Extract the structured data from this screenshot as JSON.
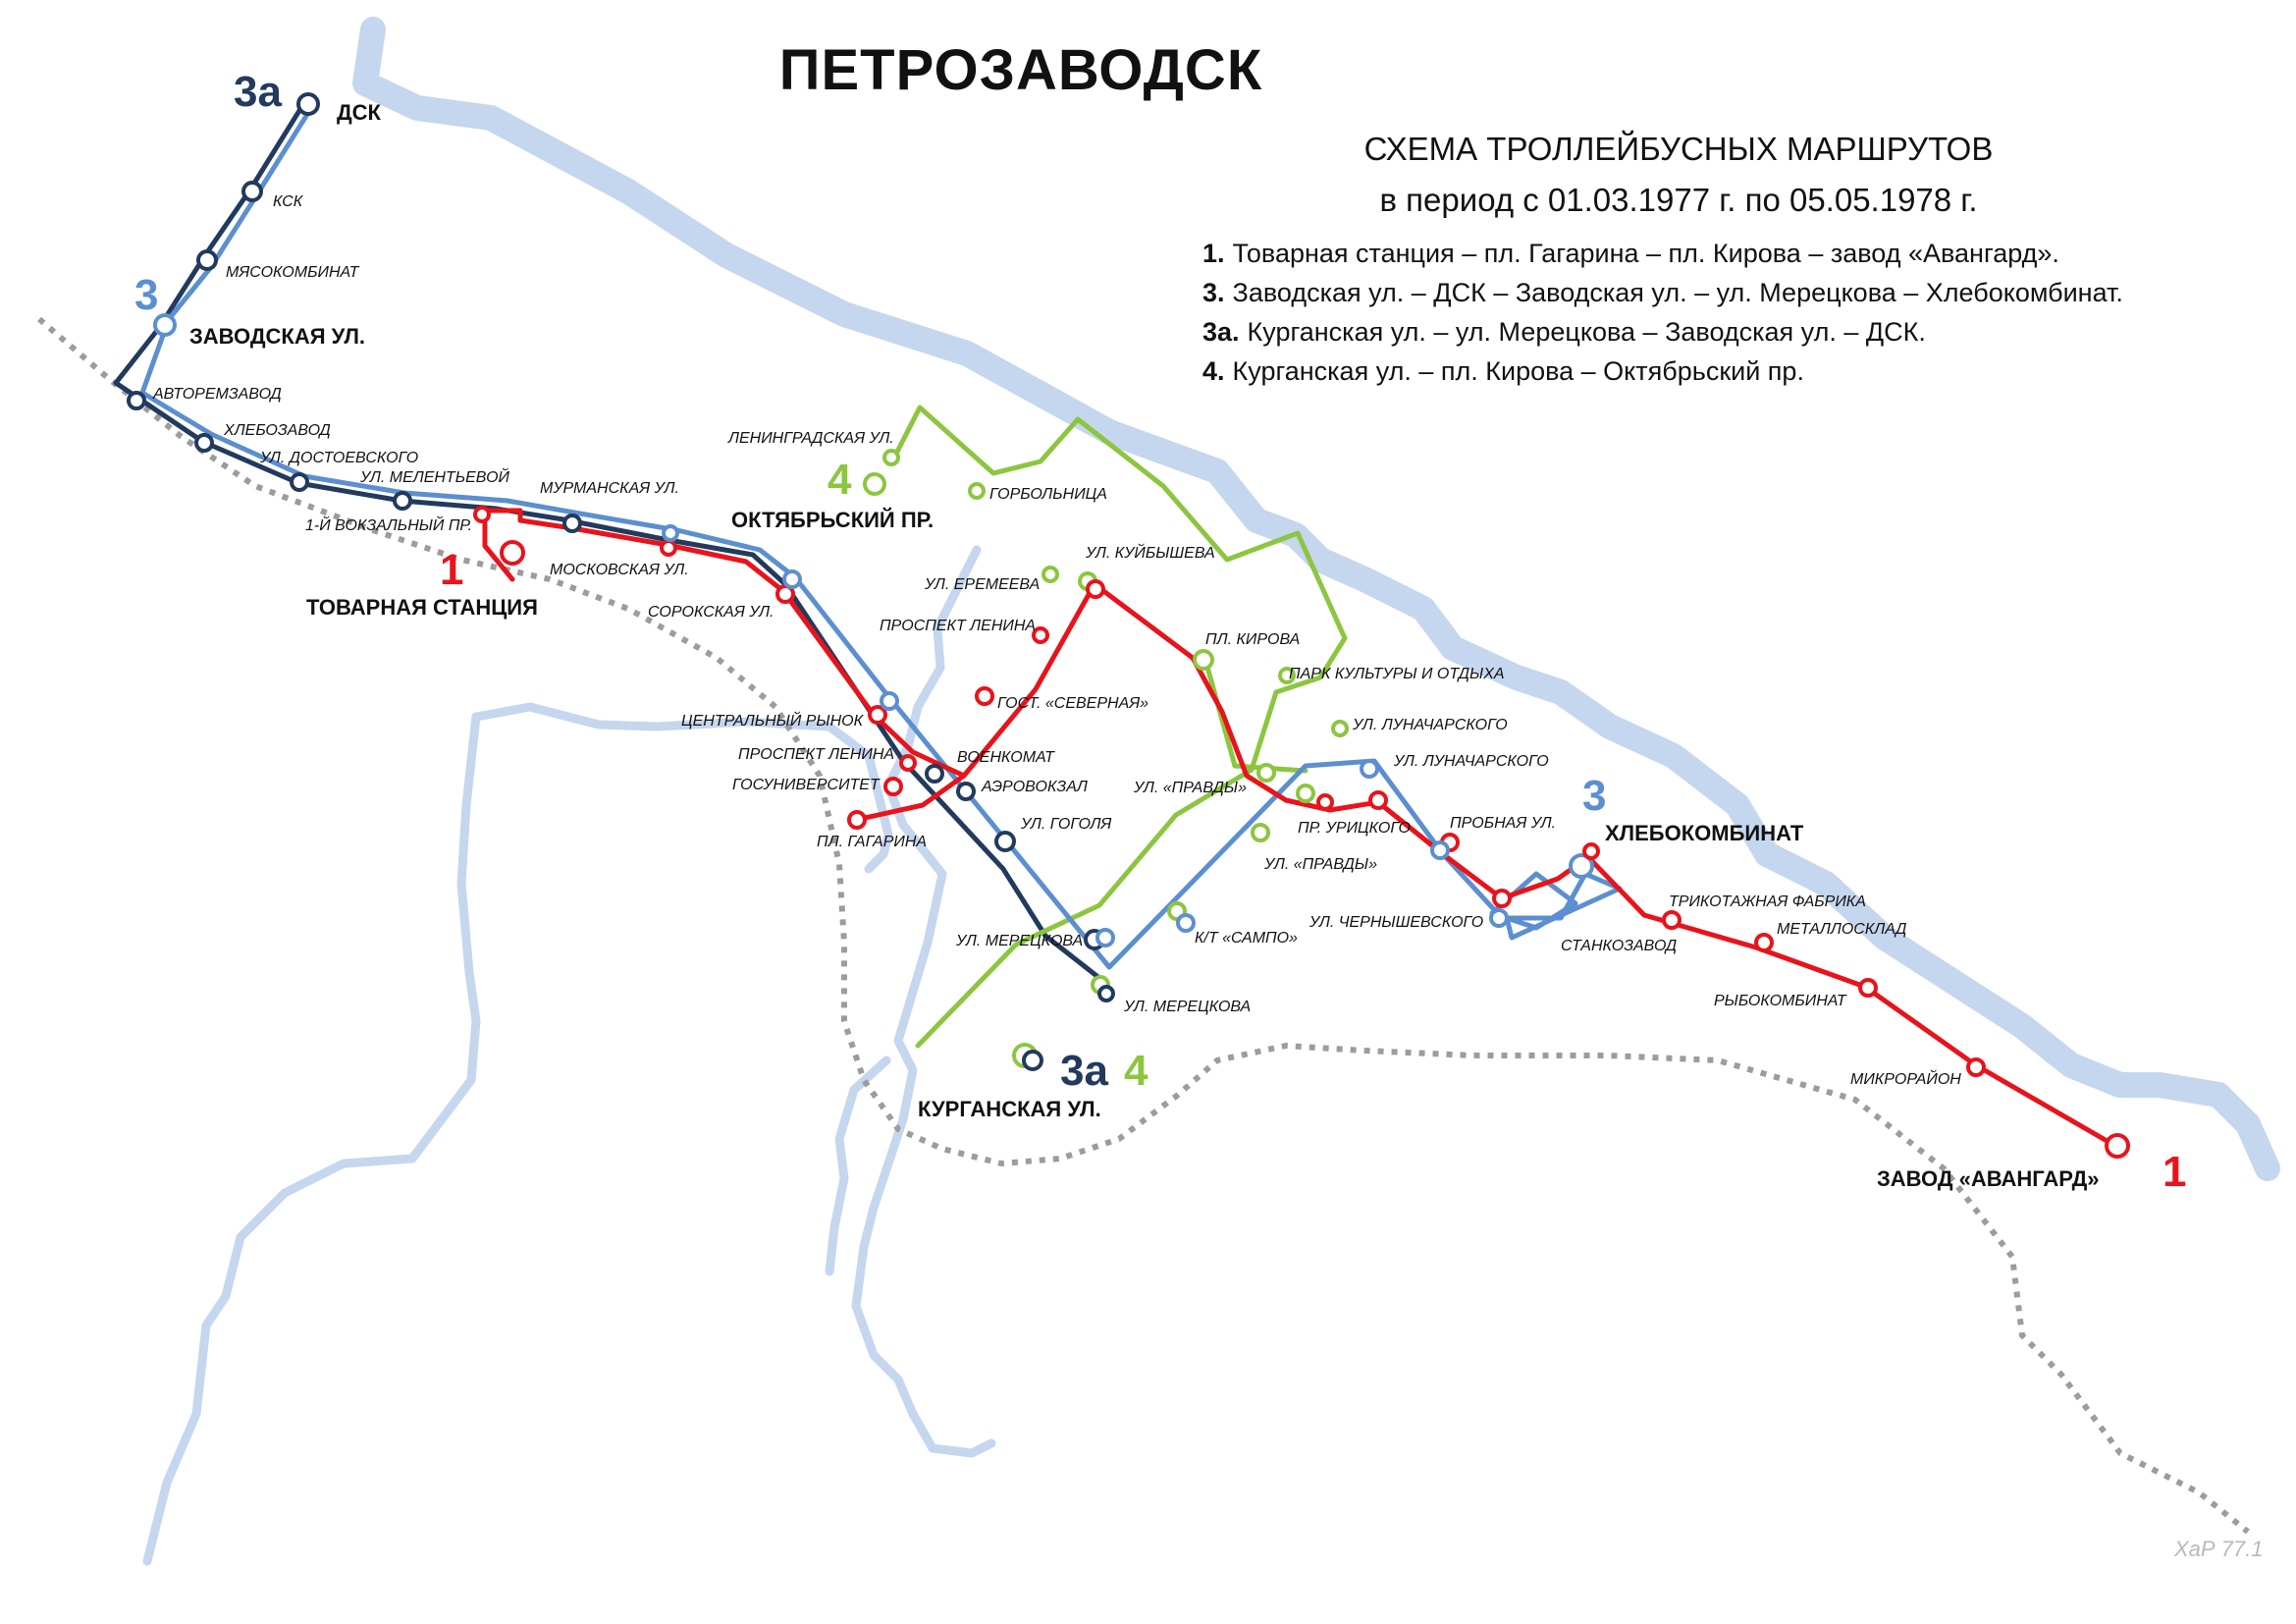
{
  "header": {
    "title": "ПЕТРОЗАВОДСК",
    "subtitle": "СХЕМА ТРОЛЛЕЙБУСНЫХ МАРШРУТОВ",
    "period": "в период с 01.03.1977 г. по 05.05.1978 г."
  },
  "legend": [
    {
      "route": "1.",
      "text": "Товарная станция – пл. Гагарина – пл. Кирова – завод «Авангард»."
    },
    {
      "route": "3.",
      "text": "Заводская ул. – ДСК – Заводская ул. – ул. Мерецкова – Хлебокомбинат."
    },
    {
      "route": "3а.",
      "text": "Курганская ул. – ул. Мерецкова – Заводская ул. – ДСК."
    },
    {
      "route": "4.",
      "text": "Курганская ул. – пл. Кирова – Октябрьский пр."
    }
  ],
  "credit": "ХаР 77.1",
  "colors": {
    "water": "#c5d6ef",
    "rail": "#9c9c9c",
    "route_1": "#e8131b",
    "route_3": "#5b8fd0",
    "route_3a": "#223a5e",
    "route_4": "#8cc63f"
  },
  "route_numbers": [
    {
      "id": "3a-dsk",
      "text": "3а",
      "route": "3a"
    },
    {
      "id": "3-zav",
      "text": "3",
      "route": "3"
    },
    {
      "id": "1-tov",
      "text": "1",
      "route": "1"
    },
    {
      "id": "4-okt",
      "text": "4",
      "route": "4"
    },
    {
      "id": "3a-kur",
      "text": "3а",
      "route": "3a"
    },
    {
      "id": "4-kur",
      "text": "4",
      "route": "4"
    },
    {
      "id": "3-hleb",
      "text": "3",
      "route": "3"
    },
    {
      "id": "1-avg",
      "text": "1",
      "route": "1"
    }
  ],
  "terminals": [
    "ДСК",
    "ЗАВОДСКАЯ УЛ.",
    "ТОВАРНАЯ СТАНЦИЯ",
    "ОКТЯБРЬСКИЙ ПР.",
    "КУРГАНСКАЯ УЛ.",
    "ХЛЕБОКОМБИНАТ",
    "ЗАВОД «АВАНГАРД»"
  ],
  "stops": [
    "КСК",
    "МЯСОКОМБИНАТ",
    "АВТОРЕМЗАВОД",
    "ХЛЕБОЗАВОД",
    "УЛ. ДОСТОЕВСКОГО",
    "УЛ. МЕЛЕНТЬЕВОЙ",
    "МУРМАНСКАЯ УЛ.",
    "1-Й ВОКЗАЛЬНЫЙ ПР.",
    "МОСКОВСКАЯ УЛ.",
    "СОРОКСКАЯ УЛ.",
    "ЛЕНИНГРАДСКАЯ УЛ.",
    "ГОРБОЛЬНИЦА",
    "УЛ. ЕРЕМЕЕВА",
    "УЛ. КУЙБЫШЕВА",
    "ПРОСПЕКТ ЛЕНИНА",
    "ПЛ. КИРОВА",
    "ПАРК КУЛЬТУРЫ И ОТДЫХА",
    "ГОСТ. «СЕВЕРНАЯ»",
    "УЛ. ЛУНАЧАРСКОГО",
    "ЦЕНТРАЛЬНЫЙ РЫНОК",
    "ПРОСПЕКТ  ЛЕНИНА",
    "ВОЕНКОМАТ",
    "ГОСУНИВЕРСИТЕТ",
    "АЭРОВОКЗАЛ",
    "УЛ. «ПРАВДЫ»",
    "ПР. УРИЦКОГО",
    "ПЛ. ГАГАРИНА",
    "УЛ. ГОГОЛЯ",
    "ПРОБНАЯ УЛ.",
    "ТРИКОТАЖНАЯ ФАБРИКА",
    "МЕТАЛЛОСКЛАД",
    "УЛ. ЧЕРНЫШЕВСКОГО",
    "К/Т «САМПО»",
    "УЛ. МЕРЕЦКОВА",
    "СТАНКОЗАВОД",
    "РЫБОКОМБИНАТ",
    "МИКРОРАЙОН"
  ]
}
